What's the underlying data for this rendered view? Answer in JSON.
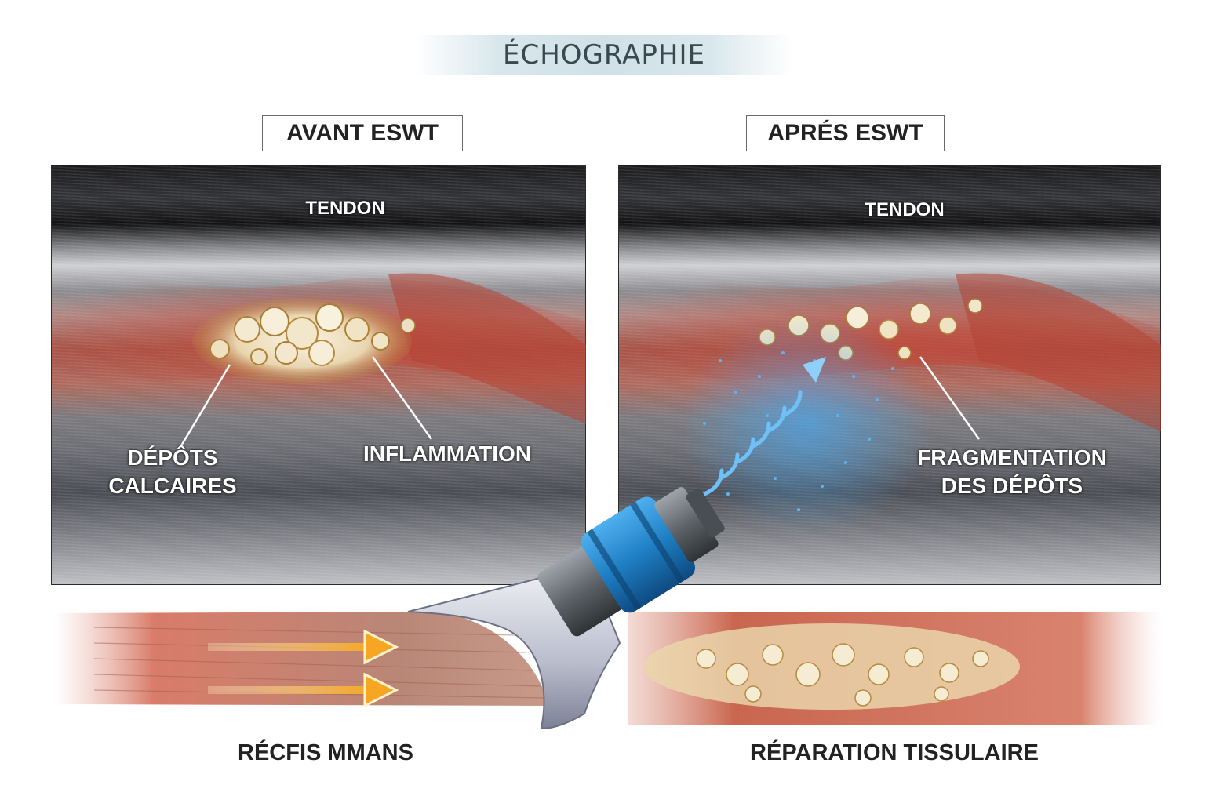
{
  "header": {
    "title": "ÉCHOGRAPHIE"
  },
  "panels": {
    "before": {
      "tag": "AVANT ESWT",
      "tendon_label": "TENDON",
      "callout_deposits": [
        "DÉPÔTS",
        "CALCAIRES"
      ],
      "callout_inflammation": "INFLAMMATION"
    },
    "after": {
      "tag": "APRÉS ESWT",
      "tendon_label": "TENDON",
      "callout_fragmentation": [
        "FRAGMENTATION",
        "DES DÉPÔTS"
      ]
    }
  },
  "bottom": {
    "left_label": "RÉCFIS MMANS",
    "right_label": "RÉPARATION TISSULAIRE"
  },
  "colors": {
    "inflammation": "#b4473a",
    "calcification": "#e8dcc0",
    "shockwave": "#3d9be0",
    "probe": "#1f7fc4",
    "arrow": "#f6a623"
  },
  "icons": {
    "applicator": "eswt-applicator-icon",
    "shockwave": "shockwave-icon",
    "arrows": "flow-arrow-icon"
  }
}
